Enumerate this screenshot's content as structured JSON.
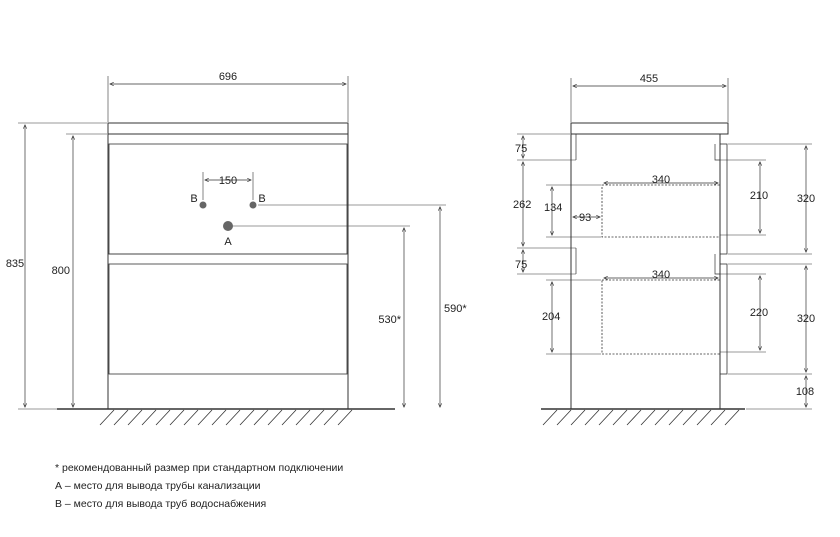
{
  "front": {
    "width": "696",
    "height_total": "835",
    "height_body": "800",
    "pipe_spacing": "150",
    "label_b_left": "B",
    "label_b_right": "B",
    "label_a": "A",
    "height_a": "530*",
    "height_b": "590*"
  },
  "side": {
    "depth": "455",
    "top_gap": "75",
    "drawer_zone": "262",
    "upper_inner": "134",
    "upper_setback": "93",
    "upper_drawer_depth": "340",
    "upper_drawer_height": "210",
    "upper_front": "320",
    "mid_gap": "75",
    "lower_drawer_depth": "340",
    "lower_inner": "204",
    "lower_drawer_height": "220",
    "lower_front": "320",
    "plinth": "108"
  },
  "notes": {
    "note1": "* рекомендованный размер при стандартном подключении",
    "note2": "А – место для вывода трубы канализации",
    "note3": "В – место для вывода труб водоснабжения"
  },
  "colors": {
    "line": "#333333",
    "pipe": "#666666"
  }
}
